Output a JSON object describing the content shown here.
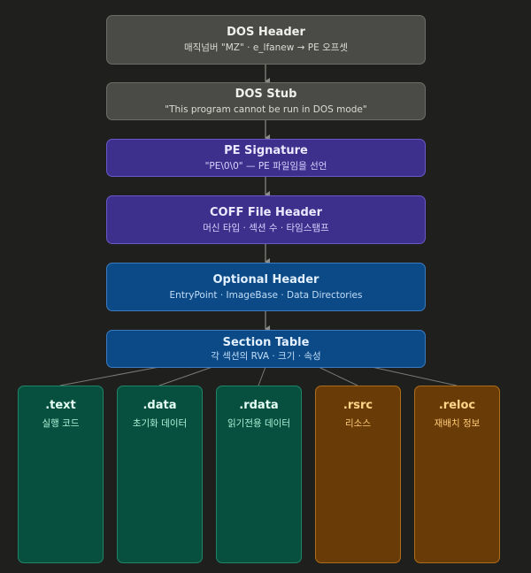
{
  "headers": [
    {
      "title": "DOS Header",
      "subtitle": "매직넘버 \"MZ\" · e_lfanew → PE 오프셋"
    },
    {
      "title": "DOS Stub",
      "subtitle": "\"This program cannot be run in DOS mode\""
    },
    {
      "title": "PE Signature",
      "subtitle": "\"PE\\0\\0\" — PE 파일임을 선언"
    },
    {
      "title": "COFF File Header",
      "subtitle": "머신 타입 · 섹션 수 · 타임스탬프"
    },
    {
      "title": "Optional Header",
      "subtitle": "EntryPoint · ImageBase · Data Directories"
    },
    {
      "title": "Section Table",
      "subtitle": "각 섹션의 RVA · 크기 · 속성"
    }
  ],
  "sections": [
    {
      "title": ".text",
      "subtitle": "실행 코드"
    },
    {
      "title": ".data",
      "subtitle": "초기화 데이터"
    },
    {
      "title": ".rdata",
      "subtitle": "읽기전용 데이터"
    },
    {
      "title": ".rsrc",
      "subtitle": "리소스"
    },
    {
      "title": ".reloc",
      "subtitle": "재배치 정보"
    }
  ],
  "colors": {
    "background": "#1f1f1d",
    "dos": "#4a4a46",
    "pe_headers": "#3d2f8c",
    "optional_and_table": "#0b4a87",
    "code_data_sections": "#07503f",
    "resource_reloc_sections": "#693c07",
    "connector": "#8c8c88"
  }
}
